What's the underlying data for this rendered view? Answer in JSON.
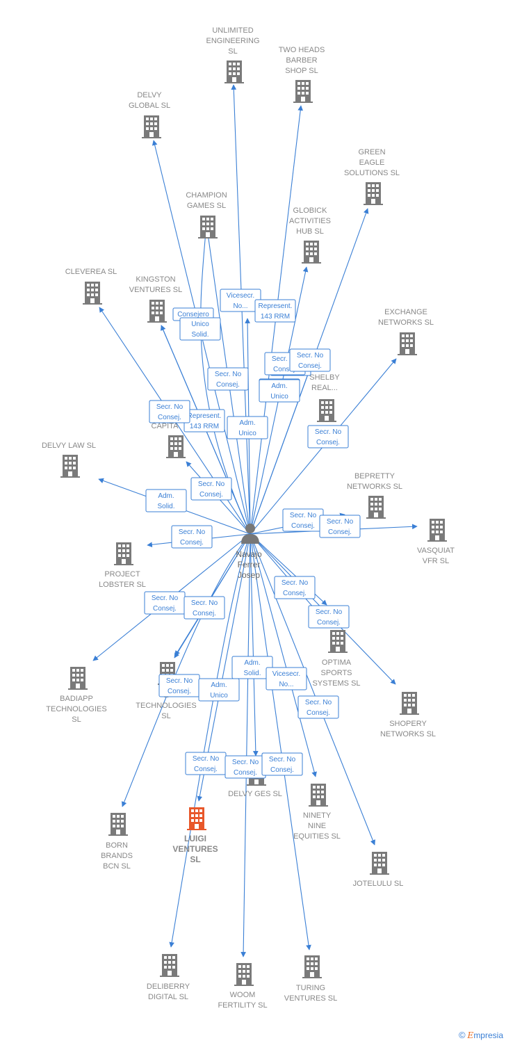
{
  "person": {
    "name_lines": [
      "Navajo",
      "Ferrer",
      "Josep"
    ]
  },
  "companies": [
    {
      "id": "unlimited",
      "label": [
        "UNLIMITED",
        "ENGINEERING",
        "SL"
      ]
    },
    {
      "id": "twoheads",
      "label": [
        "TWO HEADS",
        "BARBER",
        "SHOP  SL"
      ]
    },
    {
      "id": "delvyglobal",
      "label": [
        "DELVY",
        "GLOBAL  SL"
      ]
    },
    {
      "id": "greeneagle",
      "label": [
        "GREEN",
        "EAGLE",
        "SOLUTIONS  SL"
      ]
    },
    {
      "id": "champion",
      "label": [
        "CHAMPION",
        "GAMES  SL"
      ]
    },
    {
      "id": "globick",
      "label": [
        "GLOBICK",
        "ACTIVITIES",
        "HUB  SL"
      ]
    },
    {
      "id": "cleverea",
      "label": [
        "CLEVEREA  SL"
      ]
    },
    {
      "id": "kingston",
      "label": [
        "KINGSTON",
        "VENTURES  SL"
      ]
    },
    {
      "id": "hidden1",
      "label": []
    },
    {
      "id": "exchange",
      "label": [
        "EXCHANGE",
        "NETWORKS SL"
      ]
    },
    {
      "id": "shelby",
      "label": [
        "SHELBY",
        "REAL..."
      ]
    },
    {
      "id": "capital",
      "label": [
        "CAPITA"
      ]
    },
    {
      "id": "delvylaw",
      "label": [
        "DELVY LAW  SL"
      ]
    },
    {
      "id": "bepretty",
      "label": [
        "BEPRETTY",
        "NETWORKS  SL"
      ]
    },
    {
      "id": "vasquiat",
      "label": [
        "VASQUIAT",
        "VFR  SL"
      ]
    },
    {
      "id": "lobster",
      "label": [
        "PROJECT",
        "LOBSTER  SL"
      ]
    },
    {
      "id": "optima",
      "label": [
        "OPTIMA",
        "SPORTS",
        "SYSTEMS  SL"
      ]
    },
    {
      "id": "badiapp",
      "label": [
        "BADIAPP",
        "TECHNOLOGIES",
        "SL"
      ]
    },
    {
      "id": "etech",
      "label": [
        "E",
        "TECHNOLOGIES",
        "SL"
      ]
    },
    {
      "id": "shopery",
      "label": [
        "SHOPERY",
        "NETWORKS  SL"
      ]
    },
    {
      "id": "delvyges",
      "label": [
        "DELVY GES  SL"
      ]
    },
    {
      "id": "ninety",
      "label": [
        "NINETY",
        "NINE",
        "EQUITIES  SL"
      ]
    },
    {
      "id": "born",
      "label": [
        "BORN",
        "BRANDS",
        "BCN  SL"
      ]
    },
    {
      "id": "luigi",
      "label": [
        "LUIGI",
        "VENTURES",
        "SL"
      ],
      "highlight": true
    },
    {
      "id": "jotelulu",
      "label": [
        "JOTELULU  SL"
      ]
    },
    {
      "id": "deliberry",
      "label": [
        "DELIBERRY",
        "DIGITAL  SL"
      ]
    },
    {
      "id": "woom",
      "label": [
        "WOOM",
        "FERTILITY  SL"
      ]
    },
    {
      "id": "turing",
      "label": [
        "TURING",
        "VENTURES  SL"
      ]
    }
  ],
  "relations": [
    {
      "target": "unlimited",
      "label": [
        "Vicesecr.",
        "No..."
      ]
    },
    {
      "target": "twoheads",
      "label": [
        "Represent.",
        "143 RRM"
      ]
    },
    {
      "target": "delvyglobal",
      "label": [
        "Secr.  No",
        "Consej."
      ]
    },
    {
      "target": "greeneagle",
      "label": [
        "Represent.",
        "143 RRM"
      ]
    },
    {
      "target": "champion",
      "label": [
        "Secr.  No",
        "Consej."
      ]
    },
    {
      "target": "champion",
      "label": [
        "Represent.",
        "143 RRM"
      ]
    },
    {
      "target": "globick",
      "label": [
        "Adm.",
        "Unico"
      ]
    },
    {
      "target": "cleverea",
      "label": [
        "Secr.  No",
        "Consej."
      ]
    },
    {
      "target": "kingston",
      "label": [
        "Consejero"
      ]
    },
    {
      "target": "kingston",
      "label": [
        "Unico",
        "Solid."
      ]
    },
    {
      "target": "hidden1",
      "label": [
        "Adm.",
        "Unico"
      ]
    },
    {
      "target": "exchange",
      "label": [
        "Secr.  No",
        "Consej."
      ]
    },
    {
      "target": "shelby",
      "label": [
        "Secr.  No",
        "Consej."
      ]
    },
    {
      "target": "shelby",
      "label": [
        "Adm.",
        "Unico"
      ]
    },
    {
      "target": "shelby",
      "label": [
        "Secr.  No",
        "Consej."
      ]
    },
    {
      "target": "capital",
      "label": [
        "Secr.  No",
        "Consej."
      ]
    },
    {
      "target": "delvylaw",
      "label": [
        "Adm.",
        "Solid."
      ]
    },
    {
      "target": "bepretty",
      "label": [
        "Secr.  No",
        "Consej."
      ]
    },
    {
      "target": "vasquiat",
      "label": [
        "Secr.  No",
        "Consej."
      ]
    },
    {
      "target": "lobster",
      "label": [
        "Secr.  No",
        "Consej."
      ]
    },
    {
      "target": "optima",
      "label": [
        "Secr.  No",
        "Consej."
      ]
    },
    {
      "target": "optima",
      "label": [
        "Secr.  No",
        "Consej."
      ]
    },
    {
      "target": "badiapp",
      "label": [
        "Secr.  No",
        "Consej."
      ]
    },
    {
      "target": "etech",
      "label": [
        "Secr.  No",
        "Consej."
      ]
    },
    {
      "target": "etech",
      "label": [
        "Secr.  No",
        "Consej."
      ]
    },
    {
      "target": "shopery",
      "label": [
        "Secr.  No",
        "Consej."
      ]
    },
    {
      "target": "delvyges",
      "label": [
        "Adm.",
        "Solid."
      ]
    },
    {
      "target": "delvyges",
      "label": [
        "Secr.  No",
        "Consej."
      ]
    },
    {
      "target": "ninety",
      "label": [
        "Vicesecr.",
        "No..."
      ]
    },
    {
      "target": "born",
      "label": [
        "Adm.",
        "Unico"
      ]
    },
    {
      "target": "luigi",
      "label": [
        "Secr.  No",
        "Consej."
      ]
    },
    {
      "target": "jotelulu",
      "label": [
        "Secr.  No",
        "Consej."
      ]
    },
    {
      "target": "deliberry",
      "label": []
    },
    {
      "target": "woom",
      "label": [
        "Secr.  No",
        "Consej."
      ]
    },
    {
      "target": "turing",
      "label": [
        "Secr.  No",
        "Consej."
      ]
    }
  ],
  "colors": {
    "edge": "#3a7fd5",
    "building": "#7a7a7a",
    "highlight": "#e8572a",
    "label": "#888888"
  },
  "brand": {
    "copyright": "©",
    "name": "mpresia",
    "initial": "E"
  }
}
